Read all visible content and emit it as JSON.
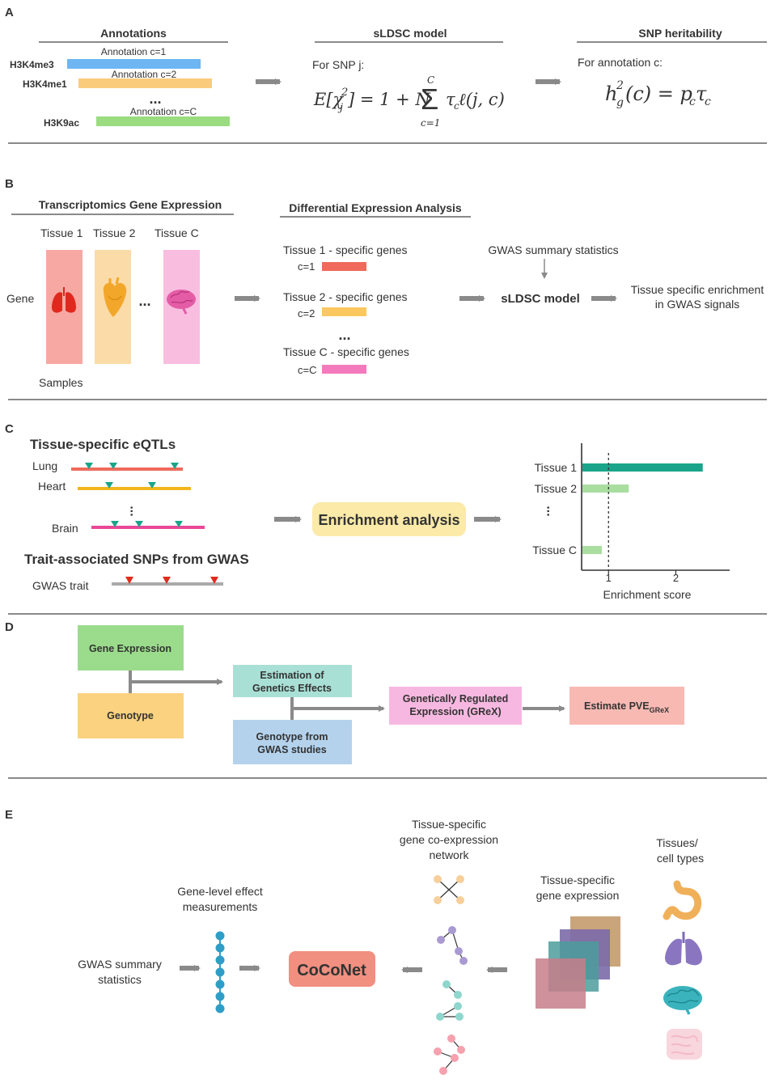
{
  "panelA": {
    "letter": "A",
    "annotations_title": "Annotations",
    "tracks": [
      {
        "name": "H3K4me3",
        "label": "Annotation c=1",
        "color": "#6db6f2"
      },
      {
        "name": "H3K4me1",
        "label": "Annotation c=2",
        "color": "#fbcb7c"
      },
      {
        "name": "H3K9ac",
        "label": "Annotation c=C",
        "color": "#9bdc80"
      }
    ],
    "dots": "...",
    "model_title": "sLDSC model",
    "model_for": "For SNP j:",
    "model_eq_lhs": "E[χ",
    "model_eq_j": "j",
    "model_eq_2": "2",
    "model_eq_rhs": "] = 1 + N",
    "model_sum_top": "C",
    "model_sum_bottom": "c=1",
    "model_sum_term": "τ",
    "model_sum_term_sub": "c",
    "model_sum_term_tail": "ℓ(j, c)",
    "herit_title": "SNP heritability",
    "herit_for": "For annotation c:",
    "herit_h": "h",
    "herit_sup": "2",
    "herit_sub": "g",
    "herit_mid": "(c) = p",
    "herit_pc_sub": "c",
    "herit_tau": "τ",
    "herit_tau_sub": "c"
  },
  "panelB": {
    "letter": "B",
    "left_title": "Transcriptomics Gene Expression",
    "tissue_labels": [
      "Tissue 1",
      "Tissue 2",
      "Tissue  C"
    ],
    "gene_label": "Gene",
    "samples_label": "Samples",
    "dots": "...",
    "dea_title": "Differential Expression Analysis",
    "specific": [
      {
        "label": "Tissue 1 - specific genes",
        "c": "c=1",
        "color": "#ef6a5c"
      },
      {
        "label": "Tissue 2 - specific genes",
        "c": "c=2",
        "color": "#fbc85f"
      },
      {
        "label": "Tissue C - specific genes",
        "c": "c=C",
        "color": "#f37bbd"
      }
    ],
    "gwas_label": "GWAS summary statistics",
    "model_label": "sLDSC model",
    "result_line1": "Tissue specific enrichment",
    "result_line2": "in GWAS signals",
    "colors": {
      "lung_bg": "#f8a8a2",
      "heart_bg": "#fbdba8",
      "brain_bg": "#f9bde0"
    }
  },
  "panelC": {
    "letter": "C",
    "eqtl_title": "Tissue-specific eQTLs",
    "tracks": [
      {
        "name": "Lung",
        "color": "#ef6a5c"
      },
      {
        "name": "Heart",
        "color": "#f2b61c"
      },
      {
        "name": "Brain",
        "color": "#e94897"
      }
    ],
    "gwas_title": "Trait-associated SNPs from GWAS",
    "gwas_trait": "GWAS trait",
    "box_label": "Enrichment analysis",
    "dots": "...",
    "eqtl_marker_color": "#1aa58a",
    "gwas_marker_color": "#e02b1b"
  },
  "chart_data": {
    "type": "bar",
    "orientation": "horizontal",
    "categories": [
      "Tissue 1",
      "Tissue 2",
      "Tissue C"
    ],
    "values": [
      2.4,
      1.3,
      0.9
    ],
    "colors": [
      "#1aa58a",
      "#a9dea0",
      "#a9dea0"
    ],
    "xlabel": "Enrichment score",
    "xticks": [
      "1",
      "2"
    ],
    "xlim": [
      0.6,
      2.8
    ],
    "reference_line": 1
  },
  "panelD": {
    "letter": "D",
    "boxes": {
      "gene_expression": "Gene Expression",
      "genotype": "Genotype",
      "estimation_line1": "Estimation of",
      "estimation_line2": "Genetics Effects",
      "genotype_gwas_line1": "Genotype from",
      "genotype_gwas_line2": "GWAS studies",
      "grex_line1": "Genetically Regulated",
      "grex_line2": "Expression (GReX)",
      "pve": "Estimate PVE",
      "pve_sub": "GReX"
    },
    "colors": {
      "gene": "#9bdc8c",
      "genotype": "#fbd280",
      "estimation": "#a9e0d6",
      "gwas": "#b4d2ec",
      "grex": "#f6b8e0",
      "pve": "#f9b9b3"
    }
  },
  "panelE": {
    "letter": "E",
    "gwas_line1": "GWAS summary",
    "gwas_line2": "statistics",
    "gene_level_line1": "Gene-level effect",
    "gene_level_line2": "measurements",
    "coconet": "CoCoNet",
    "network_line1": "Tissue-specific",
    "network_line2": "gene co-expression",
    "network_line3": "network",
    "expr_line1": "Tissue-specific",
    "expr_line2": "gene expression",
    "tissues_line1": "Tissues/",
    "tissues_line2": "cell types",
    "colors": {
      "coconet": "#f18f80",
      "beads": "#2f9ec6"
    }
  }
}
